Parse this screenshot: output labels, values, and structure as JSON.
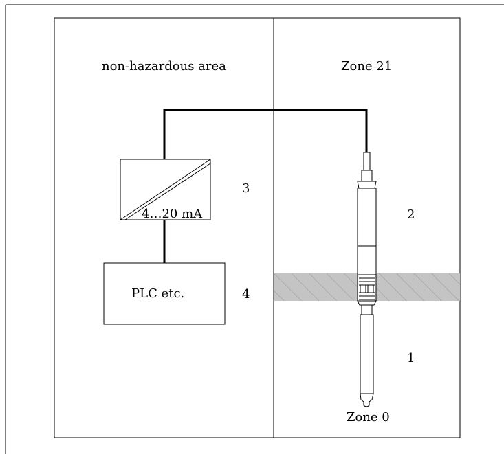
{
  "diagram": {
    "areas": {
      "left_label": "non-hazardous area",
      "right_label": "Zone 21"
    },
    "transmitter_signal": "4…20 mA",
    "plc_label": "PLC etc.",
    "zone_bottom_label": "Zone 0",
    "callouts": {
      "c1": "1",
      "c2": "2",
      "c3": "3",
      "c4": "4"
    }
  }
}
